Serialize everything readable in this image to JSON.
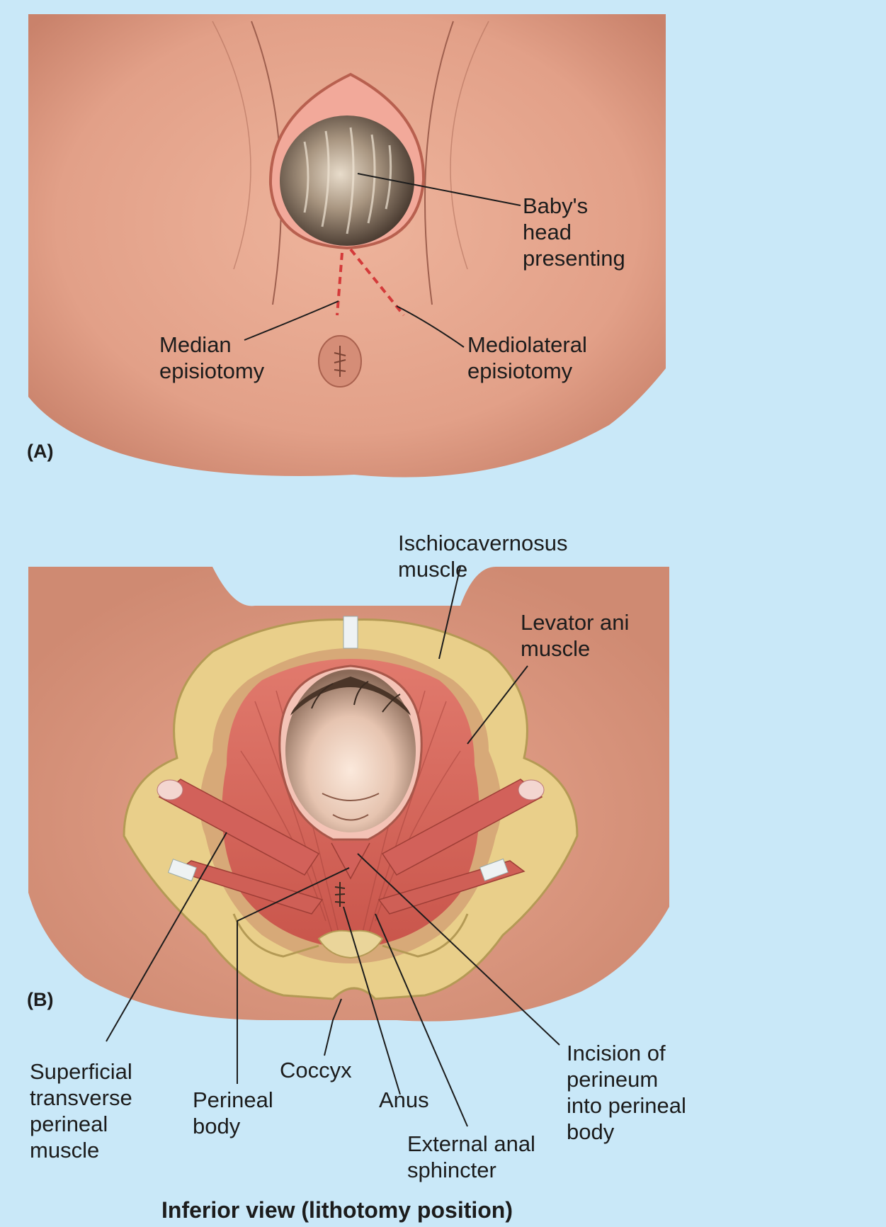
{
  "panel_a": {
    "tag": "(A)",
    "labels": {
      "babys_head": "Baby's\nhead\npresenting",
      "median": "Median\nepisiotomy",
      "mediolateral": "Mediolateral\nepisiotomy"
    }
  },
  "panel_b": {
    "tag": "(B)",
    "labels": {
      "ischiocavernosus": "Ischiocavernosus\nmuscle",
      "levator_ani": "Levator ani\nmuscle",
      "superficial_transverse": "Superficial\ntransverse\nperineal\nmuscle",
      "perineal_body": "Perineal\nbody",
      "coccyx": "Coccyx",
      "anus": "Anus",
      "external_anal_sphincter": "External anal\nsphincter",
      "incision": "Incision of\nperineum\ninto perineal\nbody"
    },
    "caption": "Inferior view (lithotomy position)"
  },
  "colors": {
    "background": "#c9e8f8",
    "skin": "#e7a58c",
    "skin_shadow": "#c97b66",
    "muscle": "#d9675d",
    "bone": "#e9cf8a",
    "incision_line": "#d43a3a"
  }
}
